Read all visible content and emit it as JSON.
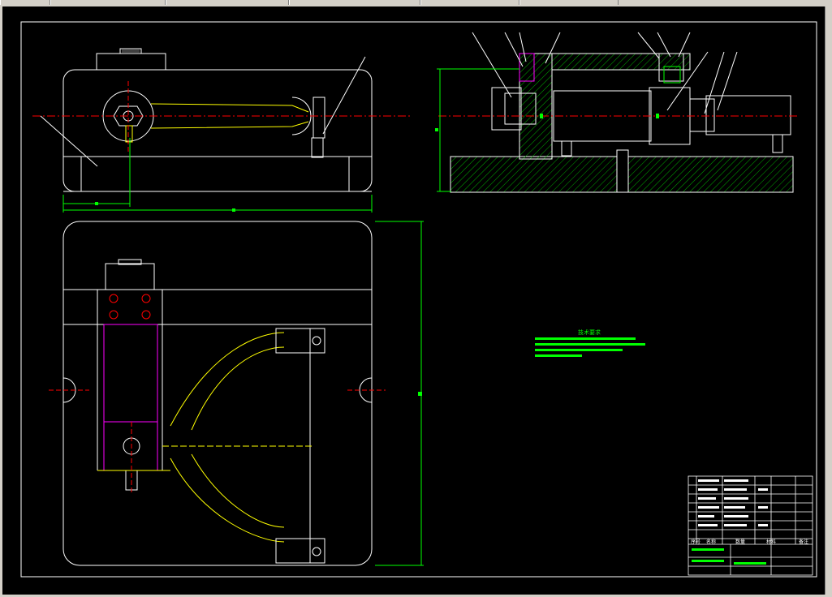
{
  "drawing": {
    "notes_title": "技术要求",
    "title_block_headers": [
      "序号",
      "名称",
      "数量",
      "材料",
      "备注"
    ]
  },
  "colors": {
    "background": "#000000",
    "outline": "#ffffff",
    "center_line": "#ff0000",
    "dimension": "#00ff00",
    "arm": "#ffff00",
    "block": "#ff00ff",
    "hatch": "#00cc00"
  }
}
